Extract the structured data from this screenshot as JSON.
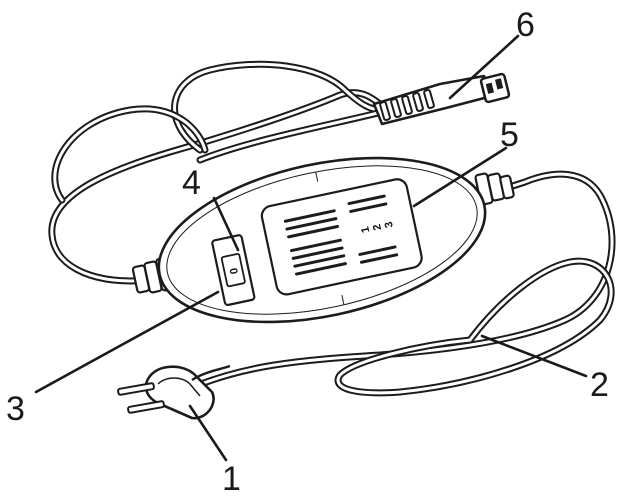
{
  "callouts": {
    "plug": "1",
    "cord": "2",
    "control_body": "3",
    "switch": "4",
    "panel": "5",
    "connector": "6"
  },
  "switch_mark": "0",
  "panel_levels": [
    "1",
    "2",
    "3"
  ]
}
